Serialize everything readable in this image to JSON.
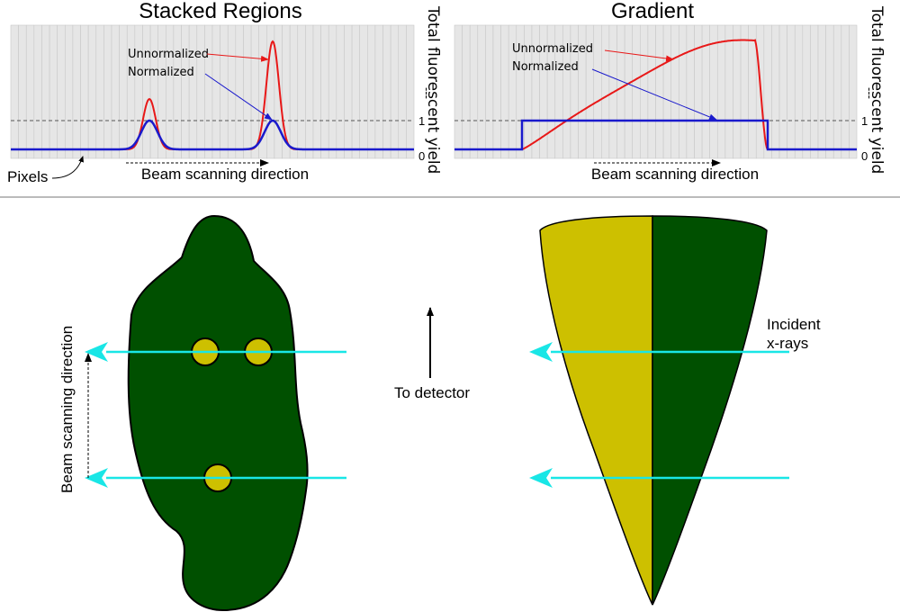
{
  "colors": {
    "pixel_fill": "#e6e6e6",
    "pixel_stroke": "#c8c8c8",
    "unnormalized": "#e81818",
    "normalized": "#1a1acc",
    "tissue": "#005000",
    "inclusion": "#cdc000",
    "beam": "#19e6e6"
  },
  "top_left": {
    "title": "Stacked Regions",
    "ylabel": "Total fluorescent yield",
    "ylabel_dash": "---",
    "tick_one": "1",
    "tick_zero": "0",
    "label_unnormalized": "Unnormalized",
    "label_normalized": "Normalized",
    "label_pixels": "Pixels",
    "scan_label": "Beam scanning direction"
  },
  "top_right": {
    "title": "Gradient",
    "ylabel": "Total fluorescent yield",
    "ylabel_dash": "---",
    "tick_one": "1",
    "tick_zero": "0",
    "label_unnormalized": "Unnormalized",
    "label_normalized": "Normalized",
    "scan_label": "Beam scanning direction"
  },
  "bottom": {
    "scan_label": "Beam scanning direction",
    "detector_label": "To detector",
    "incident_line1": "Incident",
    "incident_line2": "x-rays"
  }
}
